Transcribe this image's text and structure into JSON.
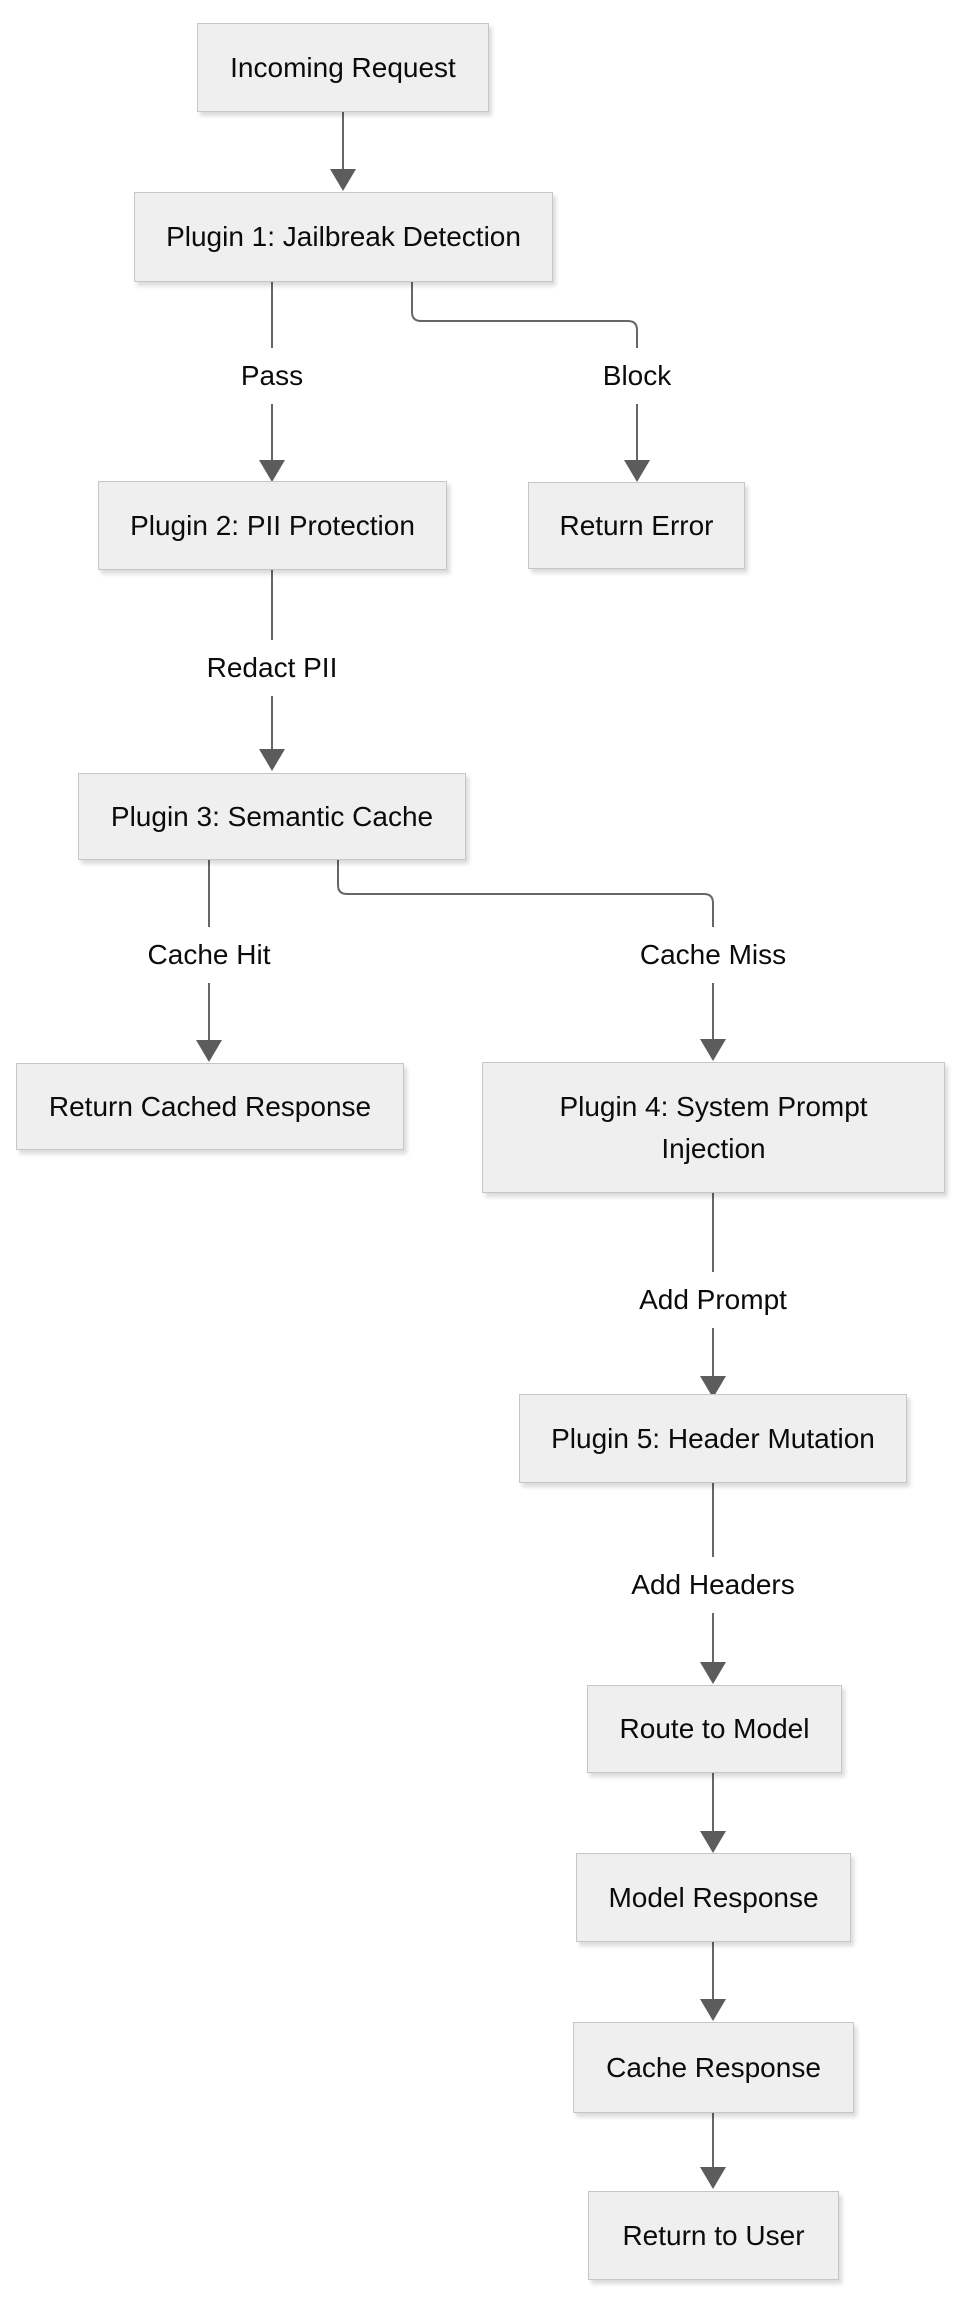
{
  "diagram": {
    "type": "flowchart",
    "direction": "top-down",
    "colors": {
      "background": "#ffffff",
      "node_fill": "#efefef",
      "node_border": "#c6c6c6",
      "edge_color": "#666666",
      "arrow_fill": "#5c5c5c",
      "text_color": "#0b0b0b"
    },
    "nodes": [
      {
        "id": "incoming-request",
        "label": "Incoming Request"
      },
      {
        "id": "plugin-1-jailbreak-detection",
        "label": "Plugin 1: Jailbreak Detection"
      },
      {
        "id": "plugin-2-pii-protection",
        "label": "Plugin 2: PII Protection"
      },
      {
        "id": "return-error",
        "label": "Return Error"
      },
      {
        "id": "plugin-3-semantic-cache",
        "label": "Plugin 3: Semantic Cache"
      },
      {
        "id": "return-cached-response",
        "label": "Return Cached Response"
      },
      {
        "id": "plugin-4-system-prompt-injection",
        "label": "Plugin 4: System Prompt\nInjection"
      },
      {
        "id": "plugin-5-header-mutation",
        "label": "Plugin 5: Header Mutation"
      },
      {
        "id": "route-to-model",
        "label": "Route to Model"
      },
      {
        "id": "model-response",
        "label": "Model Response"
      },
      {
        "id": "cache-response",
        "label": "Cache Response"
      },
      {
        "id": "return-to-user",
        "label": "Return to User"
      }
    ],
    "edges": [
      {
        "from": "incoming-request",
        "to": "plugin-1-jailbreak-detection",
        "label": ""
      },
      {
        "from": "plugin-1-jailbreak-detection",
        "to": "plugin-2-pii-protection",
        "label": "Pass"
      },
      {
        "from": "plugin-1-jailbreak-detection",
        "to": "return-error",
        "label": "Block"
      },
      {
        "from": "plugin-2-pii-protection",
        "to": "plugin-3-semantic-cache",
        "label": "Redact PII"
      },
      {
        "from": "plugin-3-semantic-cache",
        "to": "return-cached-response",
        "label": "Cache Hit"
      },
      {
        "from": "plugin-3-semantic-cache",
        "to": "plugin-4-system-prompt-injection",
        "label": "Cache Miss"
      },
      {
        "from": "plugin-4-system-prompt-injection",
        "to": "plugin-5-header-mutation",
        "label": "Add Prompt"
      },
      {
        "from": "plugin-5-header-mutation",
        "to": "route-to-model",
        "label": "Add Headers"
      },
      {
        "from": "route-to-model",
        "to": "model-response",
        "label": ""
      },
      {
        "from": "model-response",
        "to": "cache-response",
        "label": ""
      },
      {
        "from": "cache-response",
        "to": "return-to-user",
        "label": ""
      }
    ]
  }
}
